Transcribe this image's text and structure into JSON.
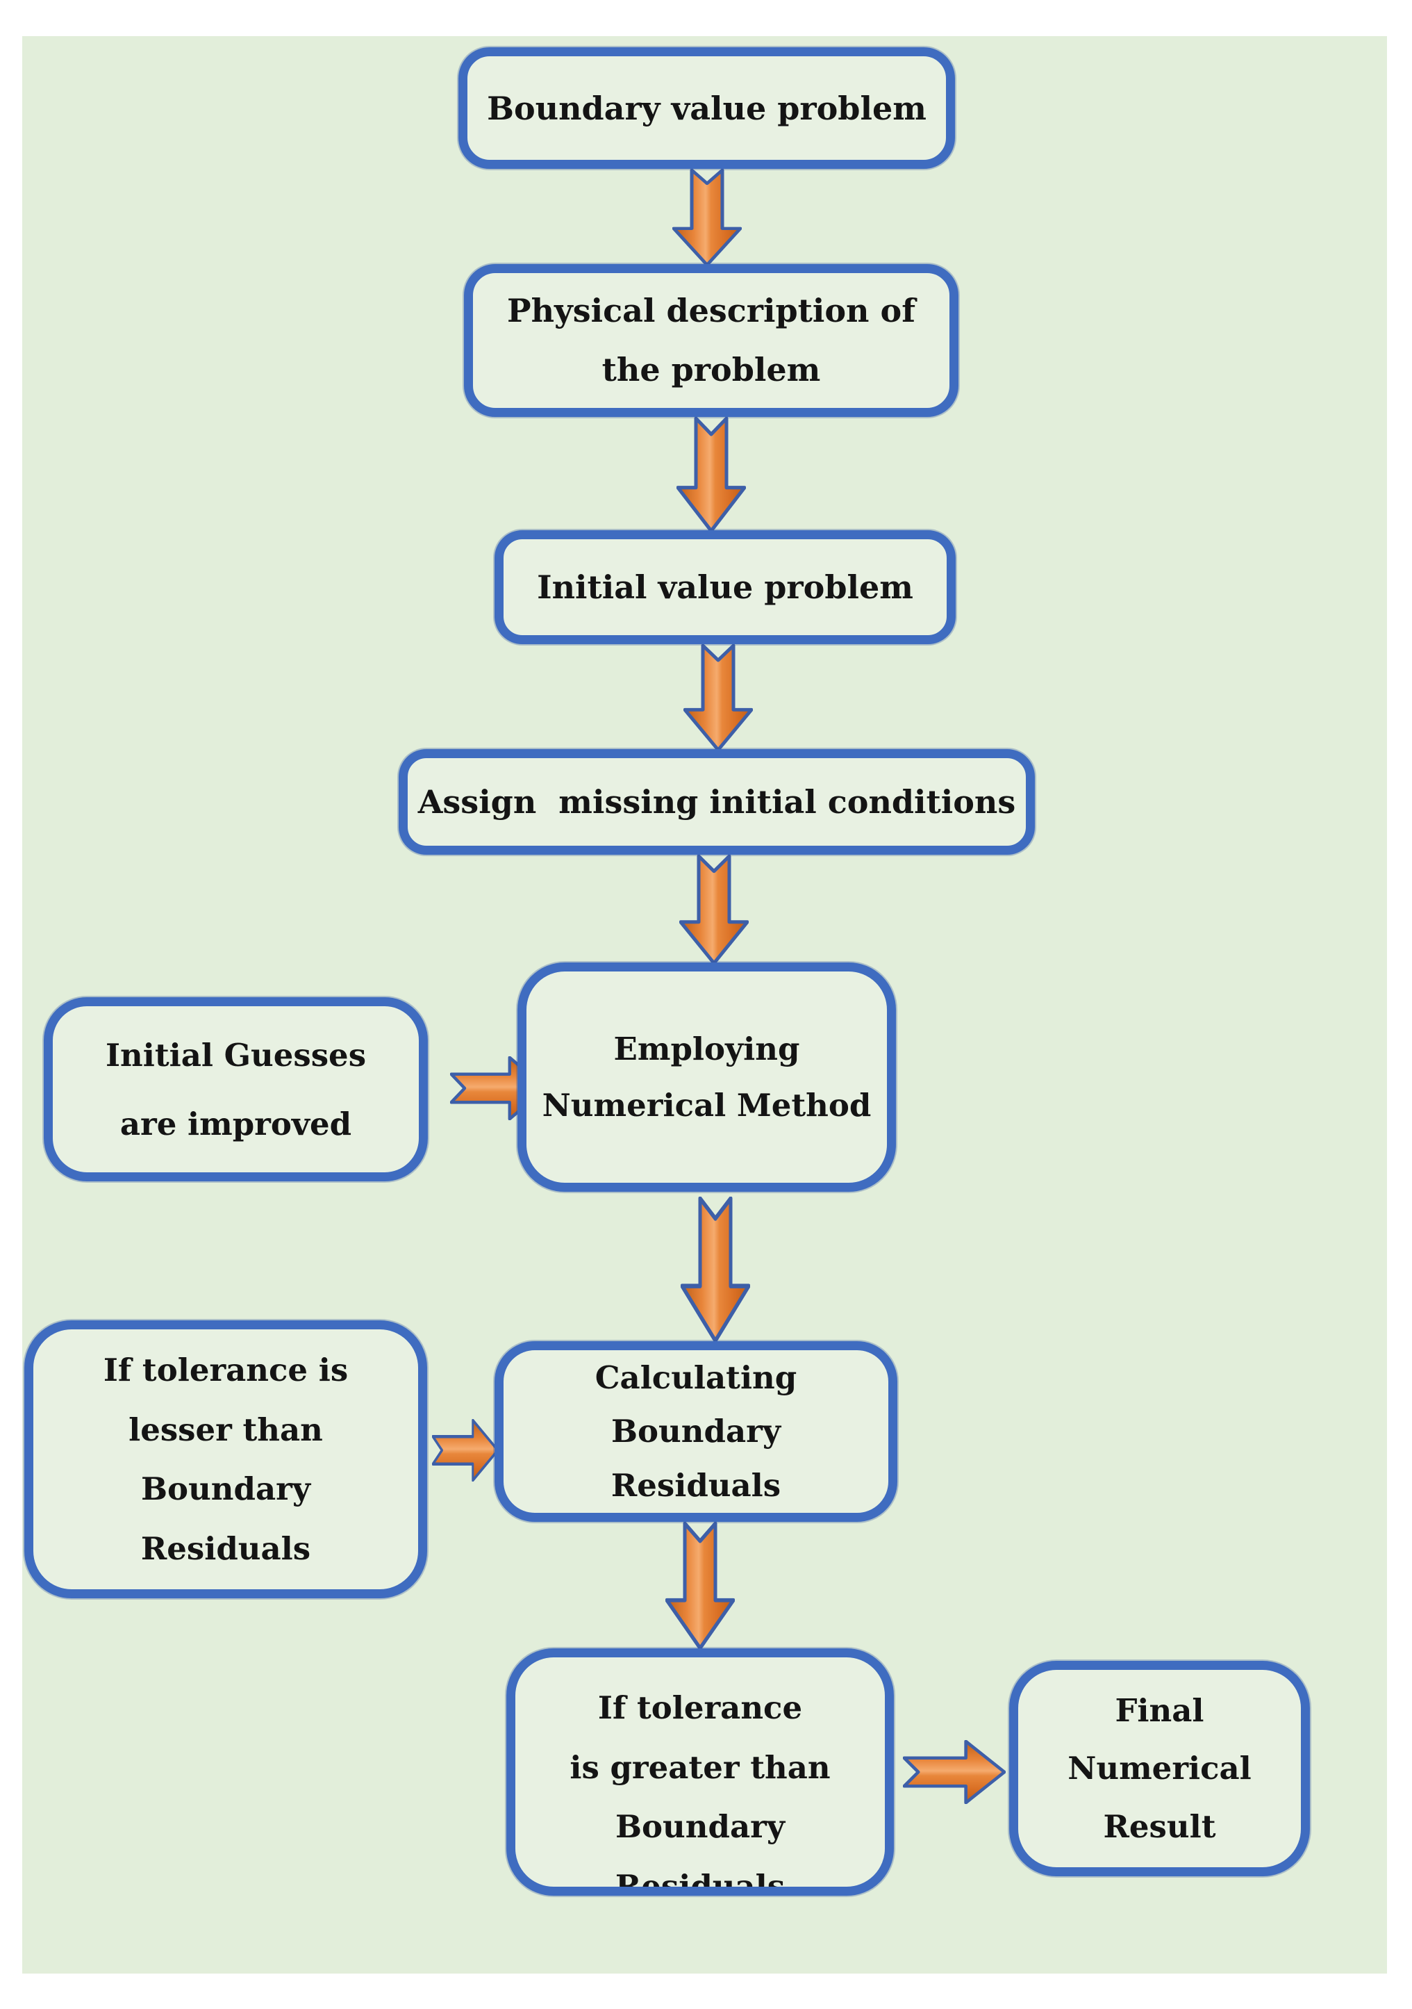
{
  "figure": {
    "type": "flowchart",
    "description_visible_text_only": true
  },
  "colors": {
    "page_background": "#ffffff",
    "panel_background": "#e2eeda",
    "node_fill": "#e8f1e2",
    "node_border": "#3f6cc0",
    "arrow_orange_dark": "#bf5e17",
    "arrow_orange_light": "#f5ab6e",
    "arrow_outline": "#3d5fa8",
    "text": "#141414"
  },
  "flowchart": {
    "nodes": [
      {
        "id": "boundary-value-problem",
        "label": "Boundary value problem"
      },
      {
        "id": "physical-description",
        "label": "Physical description of\nthe problem"
      },
      {
        "id": "initial-value-problem",
        "label": "Initial value problem"
      },
      {
        "id": "assign-missing-initial-conditions",
        "label": "Assign  missing initial conditions"
      },
      {
        "id": "initial-guesses-improved",
        "label": "Initial Guesses\nare improved"
      },
      {
        "id": "employing-numerical-method",
        "label": "Employing\nNumerical Method"
      },
      {
        "id": "tolerance-lesser",
        "label": "If tolerance is\nlesser than\nBoundary\nResiduals"
      },
      {
        "id": "calculating-boundary-residuals",
        "label": "Calculating\nBoundary\nResiduals"
      },
      {
        "id": "tolerance-greater",
        "label": "If tolerance\nis greater than\nBoundary\nResiduals"
      },
      {
        "id": "final-numerical-result",
        "label": "Final Numerical\nResult"
      }
    ],
    "edges": [
      {
        "from": "boundary-value-problem",
        "to": "physical-description",
        "direction": "down"
      },
      {
        "from": "physical-description",
        "to": "initial-value-problem",
        "direction": "down"
      },
      {
        "from": "initial-value-problem",
        "to": "assign-missing-initial-conditions",
        "direction": "down"
      },
      {
        "from": "assign-missing-initial-conditions",
        "to": "employing-numerical-method",
        "direction": "down"
      },
      {
        "from": "initial-guesses-improved",
        "to": "employing-numerical-method",
        "direction": "right"
      },
      {
        "from": "employing-numerical-method",
        "to": "calculating-boundary-residuals",
        "direction": "down"
      },
      {
        "from": "tolerance-lesser",
        "to": "calculating-boundary-residuals",
        "direction": "right"
      },
      {
        "from": "calculating-boundary-residuals",
        "to": "tolerance-greater",
        "direction": "down"
      },
      {
        "from": "tolerance-greater",
        "to": "final-numerical-result",
        "direction": "right"
      }
    ]
  }
}
